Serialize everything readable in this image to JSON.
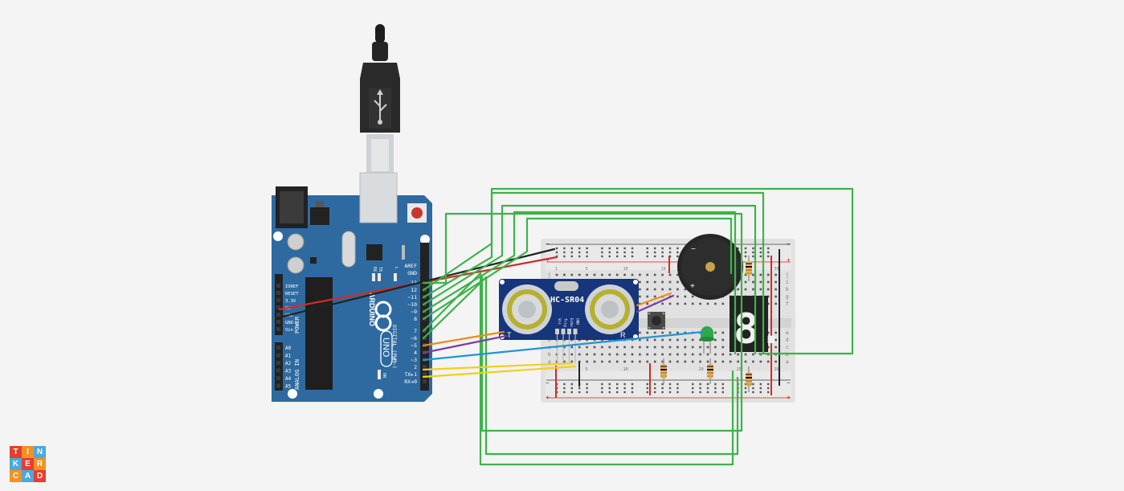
{
  "arduino": {
    "brand": "ARDUINO",
    "model": "UNO",
    "header_aref": "AREF",
    "header_gnd": "GND",
    "pins_digital": [
      "13",
      "12",
      "~11",
      "~10",
      "~9",
      "8",
      "7",
      "~6",
      "~5",
      "4",
      "~3",
      "2",
      "TX▸1",
      "RX◂0"
    ],
    "digital_label": "DIGITAL (PWM~)",
    "power_pins": [
      "IOREF",
      "RESET",
      "3.3V",
      "5V",
      "GND",
      "GND",
      "Vin"
    ],
    "power_label": "POWER",
    "analog_pins": [
      "A0",
      "A1",
      "A2",
      "A3",
      "A4",
      "A5"
    ],
    "analog_label": "ANALOG IN",
    "led_labels": [
      "TX",
      "RX",
      "L"
    ],
    "on_label": "ON"
  },
  "sensor": {
    "model": "HC-SR04",
    "pin_labels": [
      "Vcc",
      "Trig",
      "Echo",
      "GND"
    ],
    "left_mark": "T",
    "right_mark": "R"
  },
  "buzzer": {
    "minus": "−",
    "plus": "+"
  },
  "breadboard": {
    "rail_minus": "−",
    "rail_plus": "+",
    "row_letters_top": [
      "j",
      "i",
      "h",
      "g",
      "f"
    ],
    "row_letters_bottom": [
      "e",
      "d",
      "c",
      "b",
      "a"
    ],
    "column_numbers": [
      "1",
      "5",
      "10",
      "15",
      "20",
      "25",
      "30"
    ]
  },
  "display": {
    "digit": "8."
  },
  "logo": {
    "letters": [
      "T",
      "I",
      "N",
      "K",
      "E",
      "R",
      "C",
      "A",
      "D"
    ],
    "colors": [
      "#e83d2c",
      "#f29222",
      "#4aa9e0",
      "#4aa9e0",
      "#e83d2c",
      "#f29222",
      "#f29222",
      "#4aa9e0",
      "#e83d2c"
    ]
  },
  "colors": {
    "board": "#2e6aa0",
    "wire_green": "#3db34a",
    "wire_red": "#d12b2b",
    "wire_black": "#222222",
    "wire_orange": "#ef8a1c",
    "wire_purple": "#7b3fa0",
    "wire_blue": "#1f95d6",
    "wire_yellow": "#f2cf1f"
  }
}
